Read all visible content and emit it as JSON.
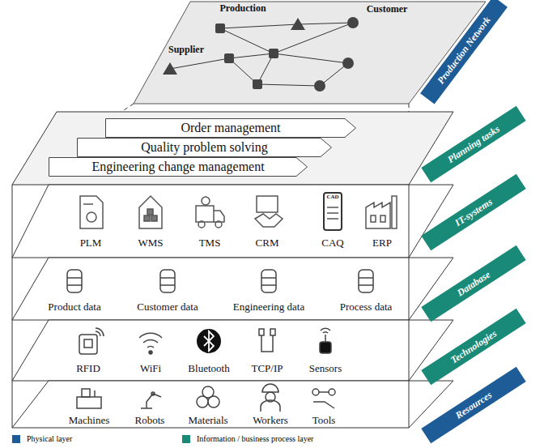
{
  "diagram": {
    "nodes": [
      {
        "text": [
          "Production Network"
        ]
      },
      {
        "text": [
          "Planning tasks"
        ]
      },
      {
        "text": [
          "Order management"
        ]
      },
      {
        "text": [
          "Quality problem solving"
        ]
      },
      {
        "text": [
          "Engineering change management"
        ]
      },
      {
        "text": [
          "IT-systems"
        ]
      },
      {
        "text": [
          "Database"
        ]
      },
      {
        "text": [
          "Technologies"
        ]
      },
      {
        "text": [
          "Resources"
        ]
      }
    ],
    "labels": [
      "Production",
      "Supplier",
      "Customer",
      "PLM",
      "WMS",
      "TMS",
      "CRM",
      "CAD",
      "CAQ",
      "ERP",
      "Product data",
      "Customer data",
      "Engineering data",
      "Process data",
      "RFID",
      "WiFi",
      "Bluetooth",
      "TCP/IP",
      "Sensors",
      "Machines",
      "Robots",
      "Materials",
      "Workers",
      "Tools"
    ],
    "legend": [
      {
        "text": "Physical layer",
        "color": "#1d5c96"
      },
      {
        "text": "Information / business process layer",
        "color": "#1a8a78"
      }
    ]
  }
}
